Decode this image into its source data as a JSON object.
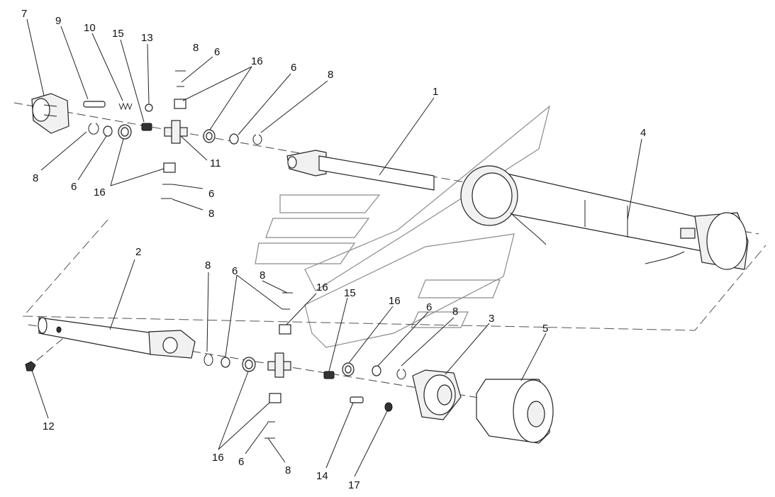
{
  "diagram": {
    "callouts": [
      "7",
      "9",
      "10",
      "15",
      "13",
      "8",
      "6",
      "16",
      "6",
      "8",
      "1",
      "4",
      "11",
      "8",
      "6",
      "16",
      "6",
      "8",
      "2",
      "8",
      "6",
      "8",
      "16",
      "15",
      "16",
      "6",
      "8",
      "3",
      "5",
      "12",
      "16",
      "6",
      "8",
      "14",
      "17"
    ]
  }
}
